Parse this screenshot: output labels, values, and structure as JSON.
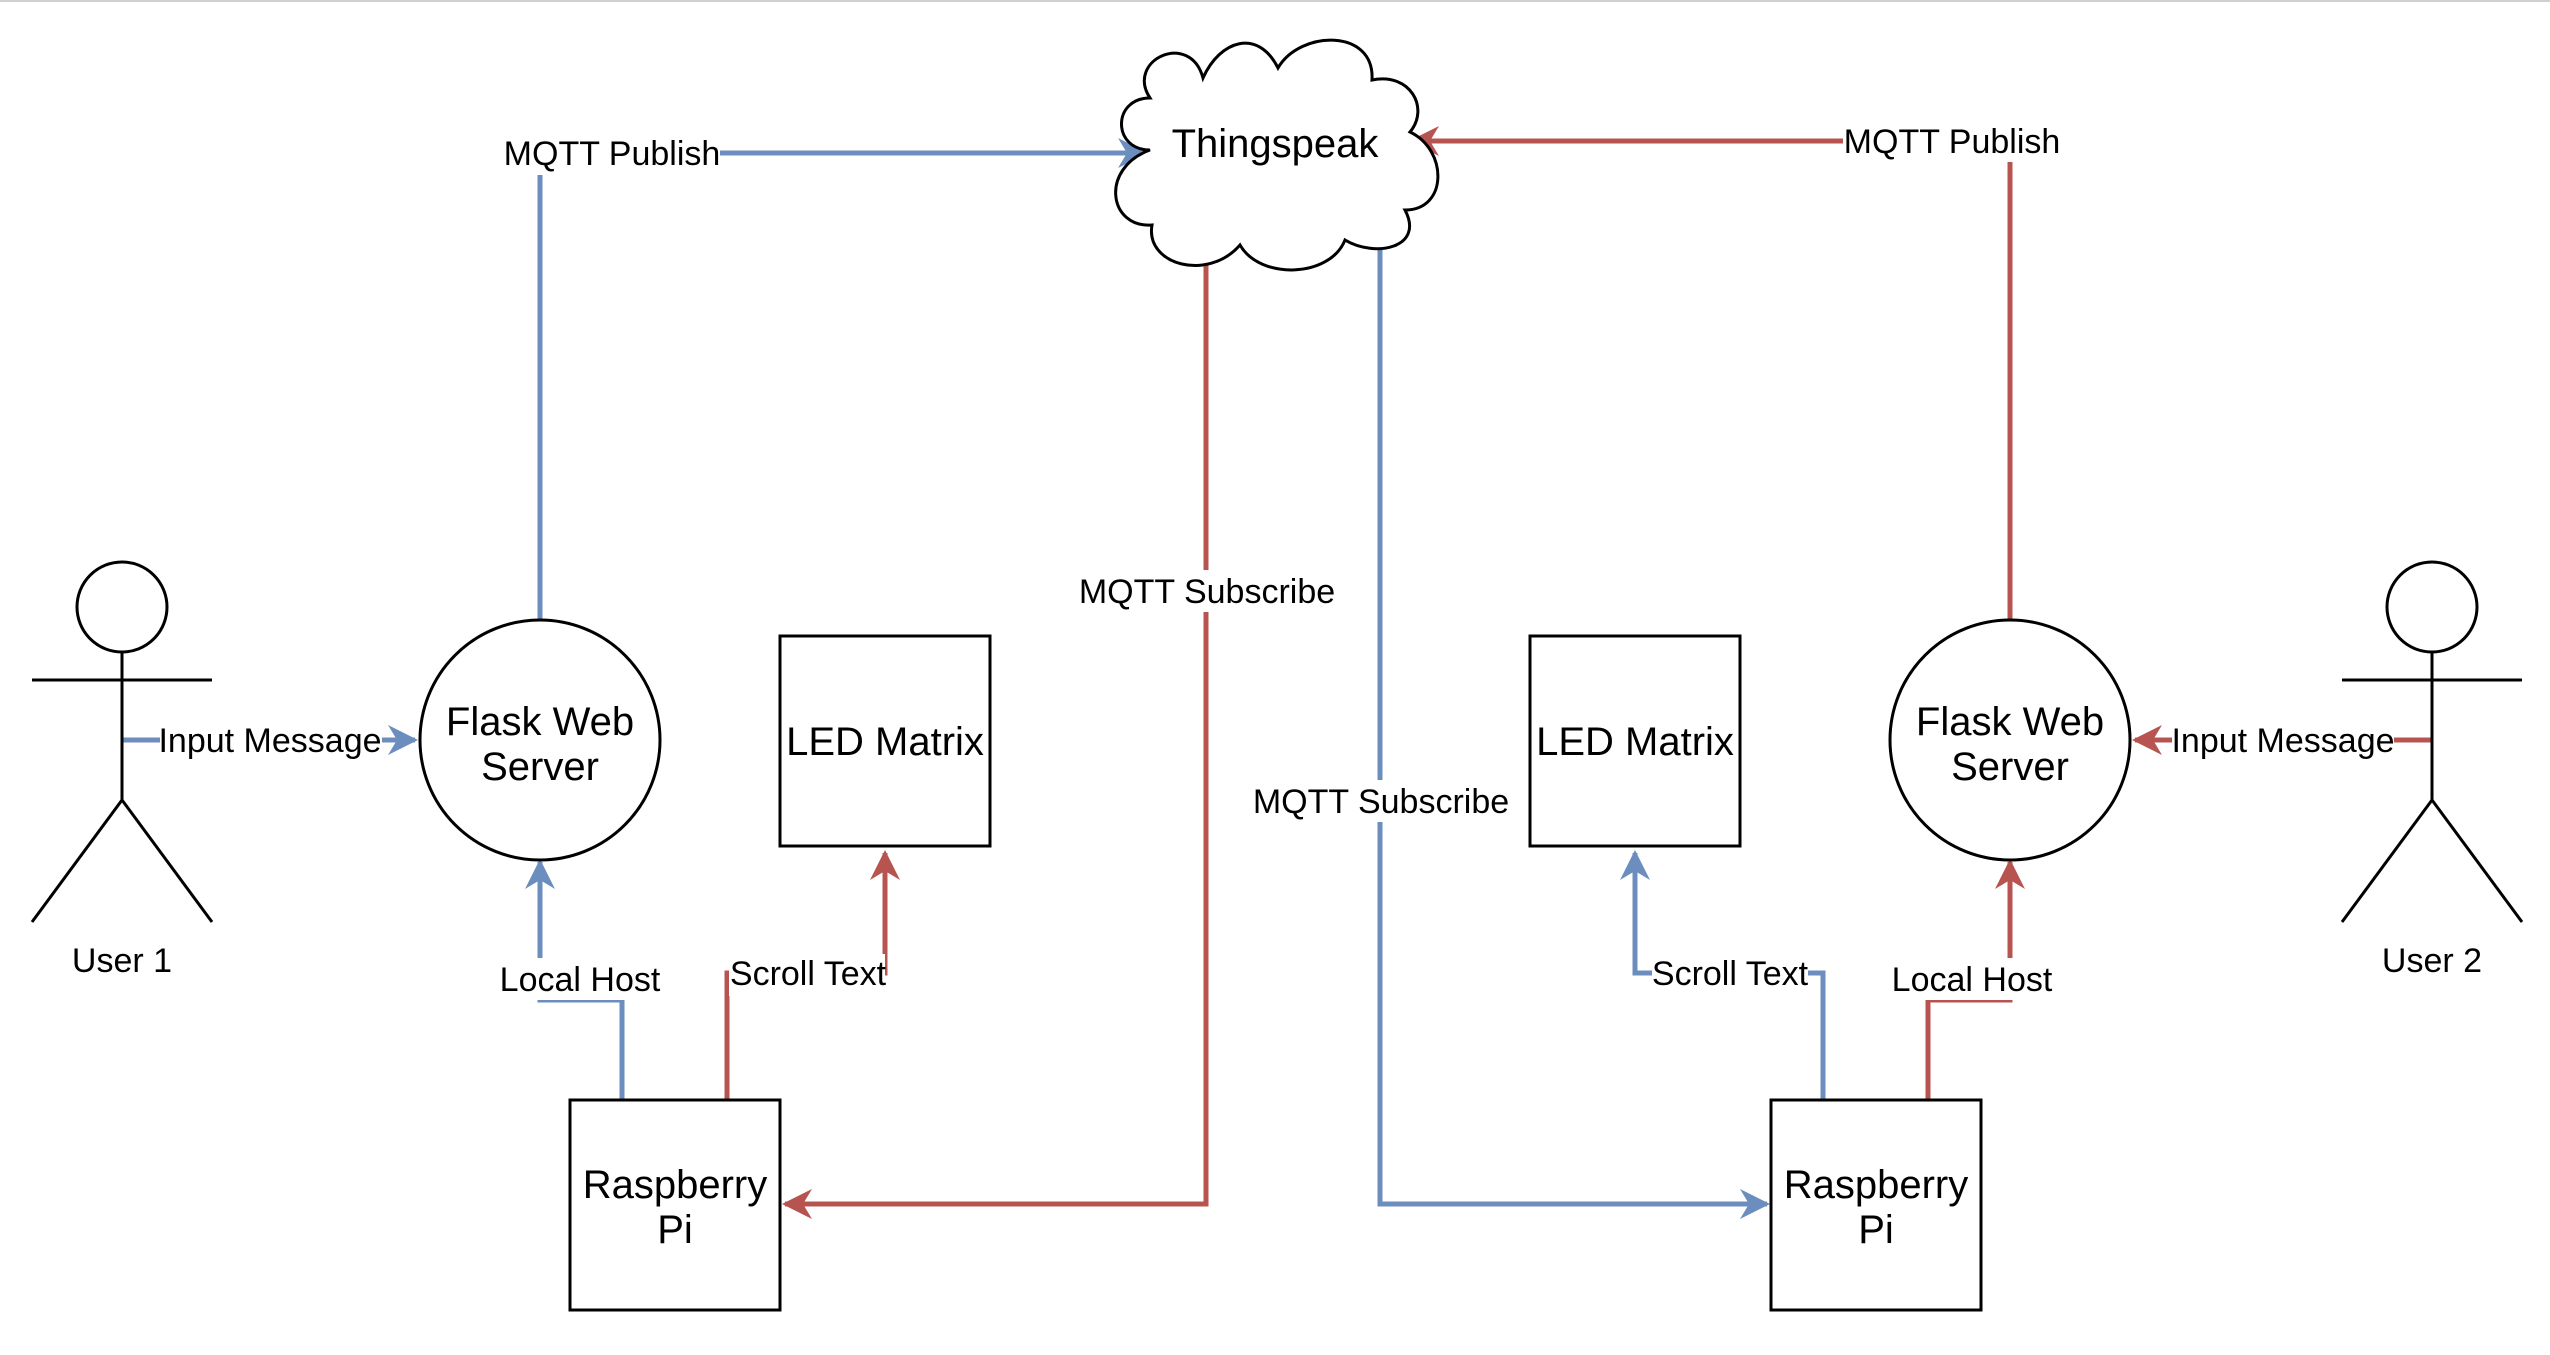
{
  "colors": {
    "blue": "#6c8ebf",
    "red": "#b85450",
    "stroke": "#000000",
    "background": "#ffffff"
  },
  "nodes": {
    "cloud": "Thingspeak",
    "flask_left": [
      "Flask Web",
      "Server"
    ],
    "flask_right": [
      "Flask Web",
      "Server"
    ],
    "led_left": "LED Matrix",
    "led_right": "LED Matrix",
    "pi_left": [
      "Raspberry",
      "Pi"
    ],
    "pi_right": [
      "Raspberry",
      "Pi"
    ],
    "user_left": "User 1",
    "user_right": "User 2"
  },
  "edges": {
    "left_publish": "MQTT Publish",
    "right_publish": "MQTT Publish",
    "red_subscribe": "MQTT Subscribe",
    "blue_subscribe": "MQTT Subscribe",
    "left_input": "Input Message",
    "right_input": "Input Message",
    "left_localhost": "Local Host",
    "right_localhost": "Local Host",
    "left_scroll": "Scroll Text",
    "right_scroll": "Scroll Text"
  }
}
